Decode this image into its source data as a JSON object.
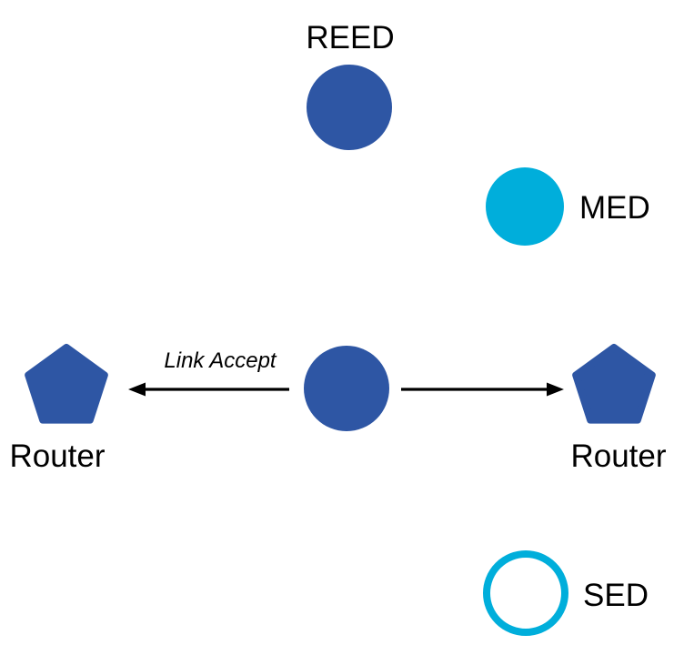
{
  "diagram": {
    "colors": {
      "node_primary": "#2E56A4",
      "node_accent": "#00AEDB",
      "arrow": "#000000",
      "label": "#000000",
      "background": "#FFFFFF"
    },
    "nodes": {
      "reed": {
        "label": "REED",
        "shape": "filled-circle"
      },
      "med": {
        "label": "MED",
        "shape": "filled-circle"
      },
      "child": {
        "label": "",
        "shape": "filled-circle"
      },
      "router_left": {
        "label": "Router",
        "shape": "pentagon"
      },
      "router_right": {
        "label": "Router",
        "shape": "pentagon"
      },
      "sed": {
        "label": "SED",
        "shape": "outlined-circle"
      }
    },
    "edges": {
      "left_arrow": {
        "label": "Link Accept",
        "from": "child",
        "to": "router_left"
      },
      "right_arrow": {
        "label": "",
        "from": "child",
        "to": "router_right"
      }
    }
  }
}
